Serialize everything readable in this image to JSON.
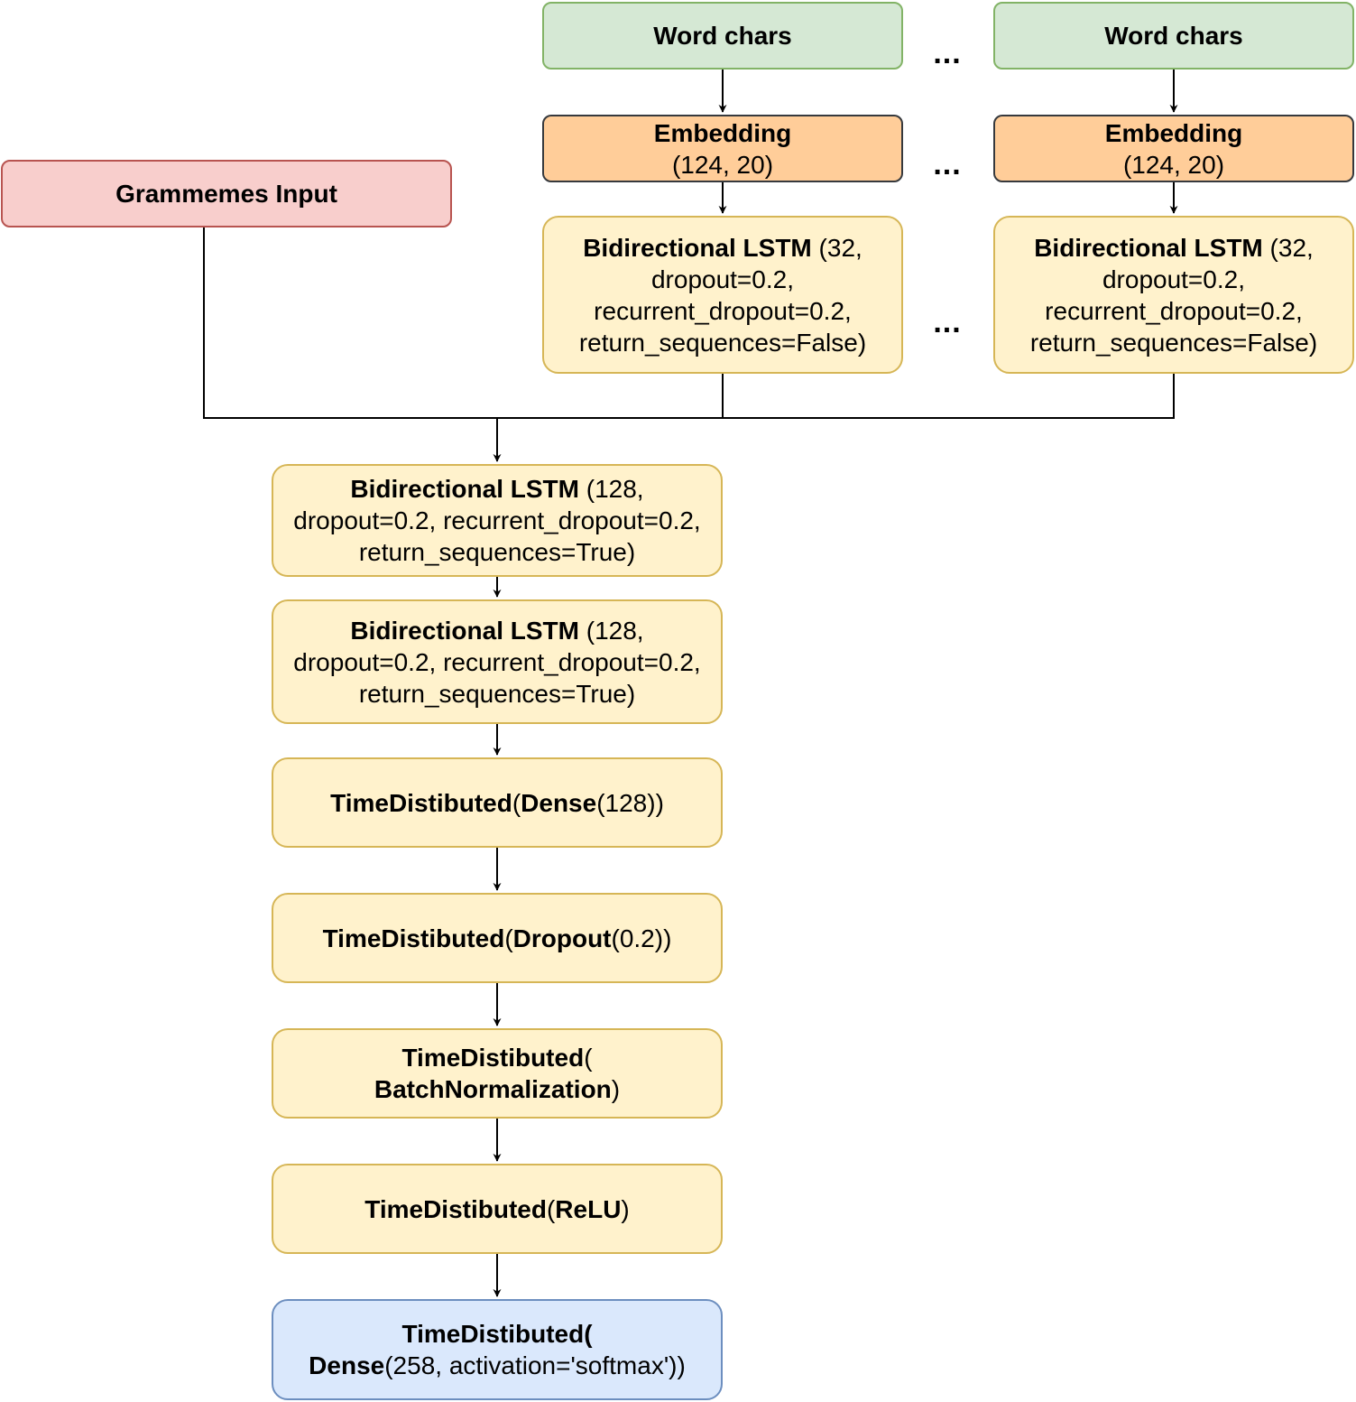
{
  "diagram": {
    "word_chars_left": {
      "label": "Word chars"
    },
    "word_chars_right": {
      "label": "Word chars"
    },
    "embedding_left": {
      "name": "Embedding",
      "args": "(124, 20)"
    },
    "embedding_right": {
      "name": "Embedding",
      "args": "(124, 20)"
    },
    "grammemes_input": {
      "label": "Grammemes Input"
    },
    "char_lstm_left": {
      "name": "Bidirectional LSTM",
      "arg1": " (32,",
      "line2": "dropout=0.2,",
      "line3": "recurrent_dropout=0.2,",
      "line4": "return_sequences=False)"
    },
    "char_lstm_right": {
      "name": "Bidirectional LSTM",
      "arg1": " (32,",
      "line2": "dropout=0.2,",
      "line3": "recurrent_dropout=0.2,",
      "line4": "return_sequences=False)"
    },
    "ellipsis": "...",
    "lstm_1": {
      "name": "Bidirectional LSTM",
      "arg1": " (128,",
      "line2": "dropout=0.2, recurrent_dropout=0.2,",
      "line3": "return_sequences=True)"
    },
    "lstm_2": {
      "name": "Bidirectional LSTM",
      "arg1": " (128,",
      "line2": "dropout=0.2, recurrent_dropout=0.2,",
      "line3": "return_sequences=True)"
    },
    "td_dense": {
      "wrapper": "TimeDistibuted",
      "open": "(",
      "inner": "Dense",
      "args": "(128))"
    },
    "td_dropout": {
      "wrapper": "TimeDistibuted",
      "open": "(",
      "inner": "Dropout",
      "args": "(0.2))"
    },
    "td_batchnorm": {
      "wrapper": "TimeDistibuted",
      "open": "(",
      "inner": "BatchNormalization",
      "close": ")"
    },
    "td_relu": {
      "wrapper": "TimeDistibuted",
      "open": "(",
      "inner": "ReLU",
      "close": ")"
    },
    "td_output": {
      "wrapper": "TimeDistibuted(",
      "inner": "Dense",
      "args": "(258, activation='softmax'))"
    }
  }
}
